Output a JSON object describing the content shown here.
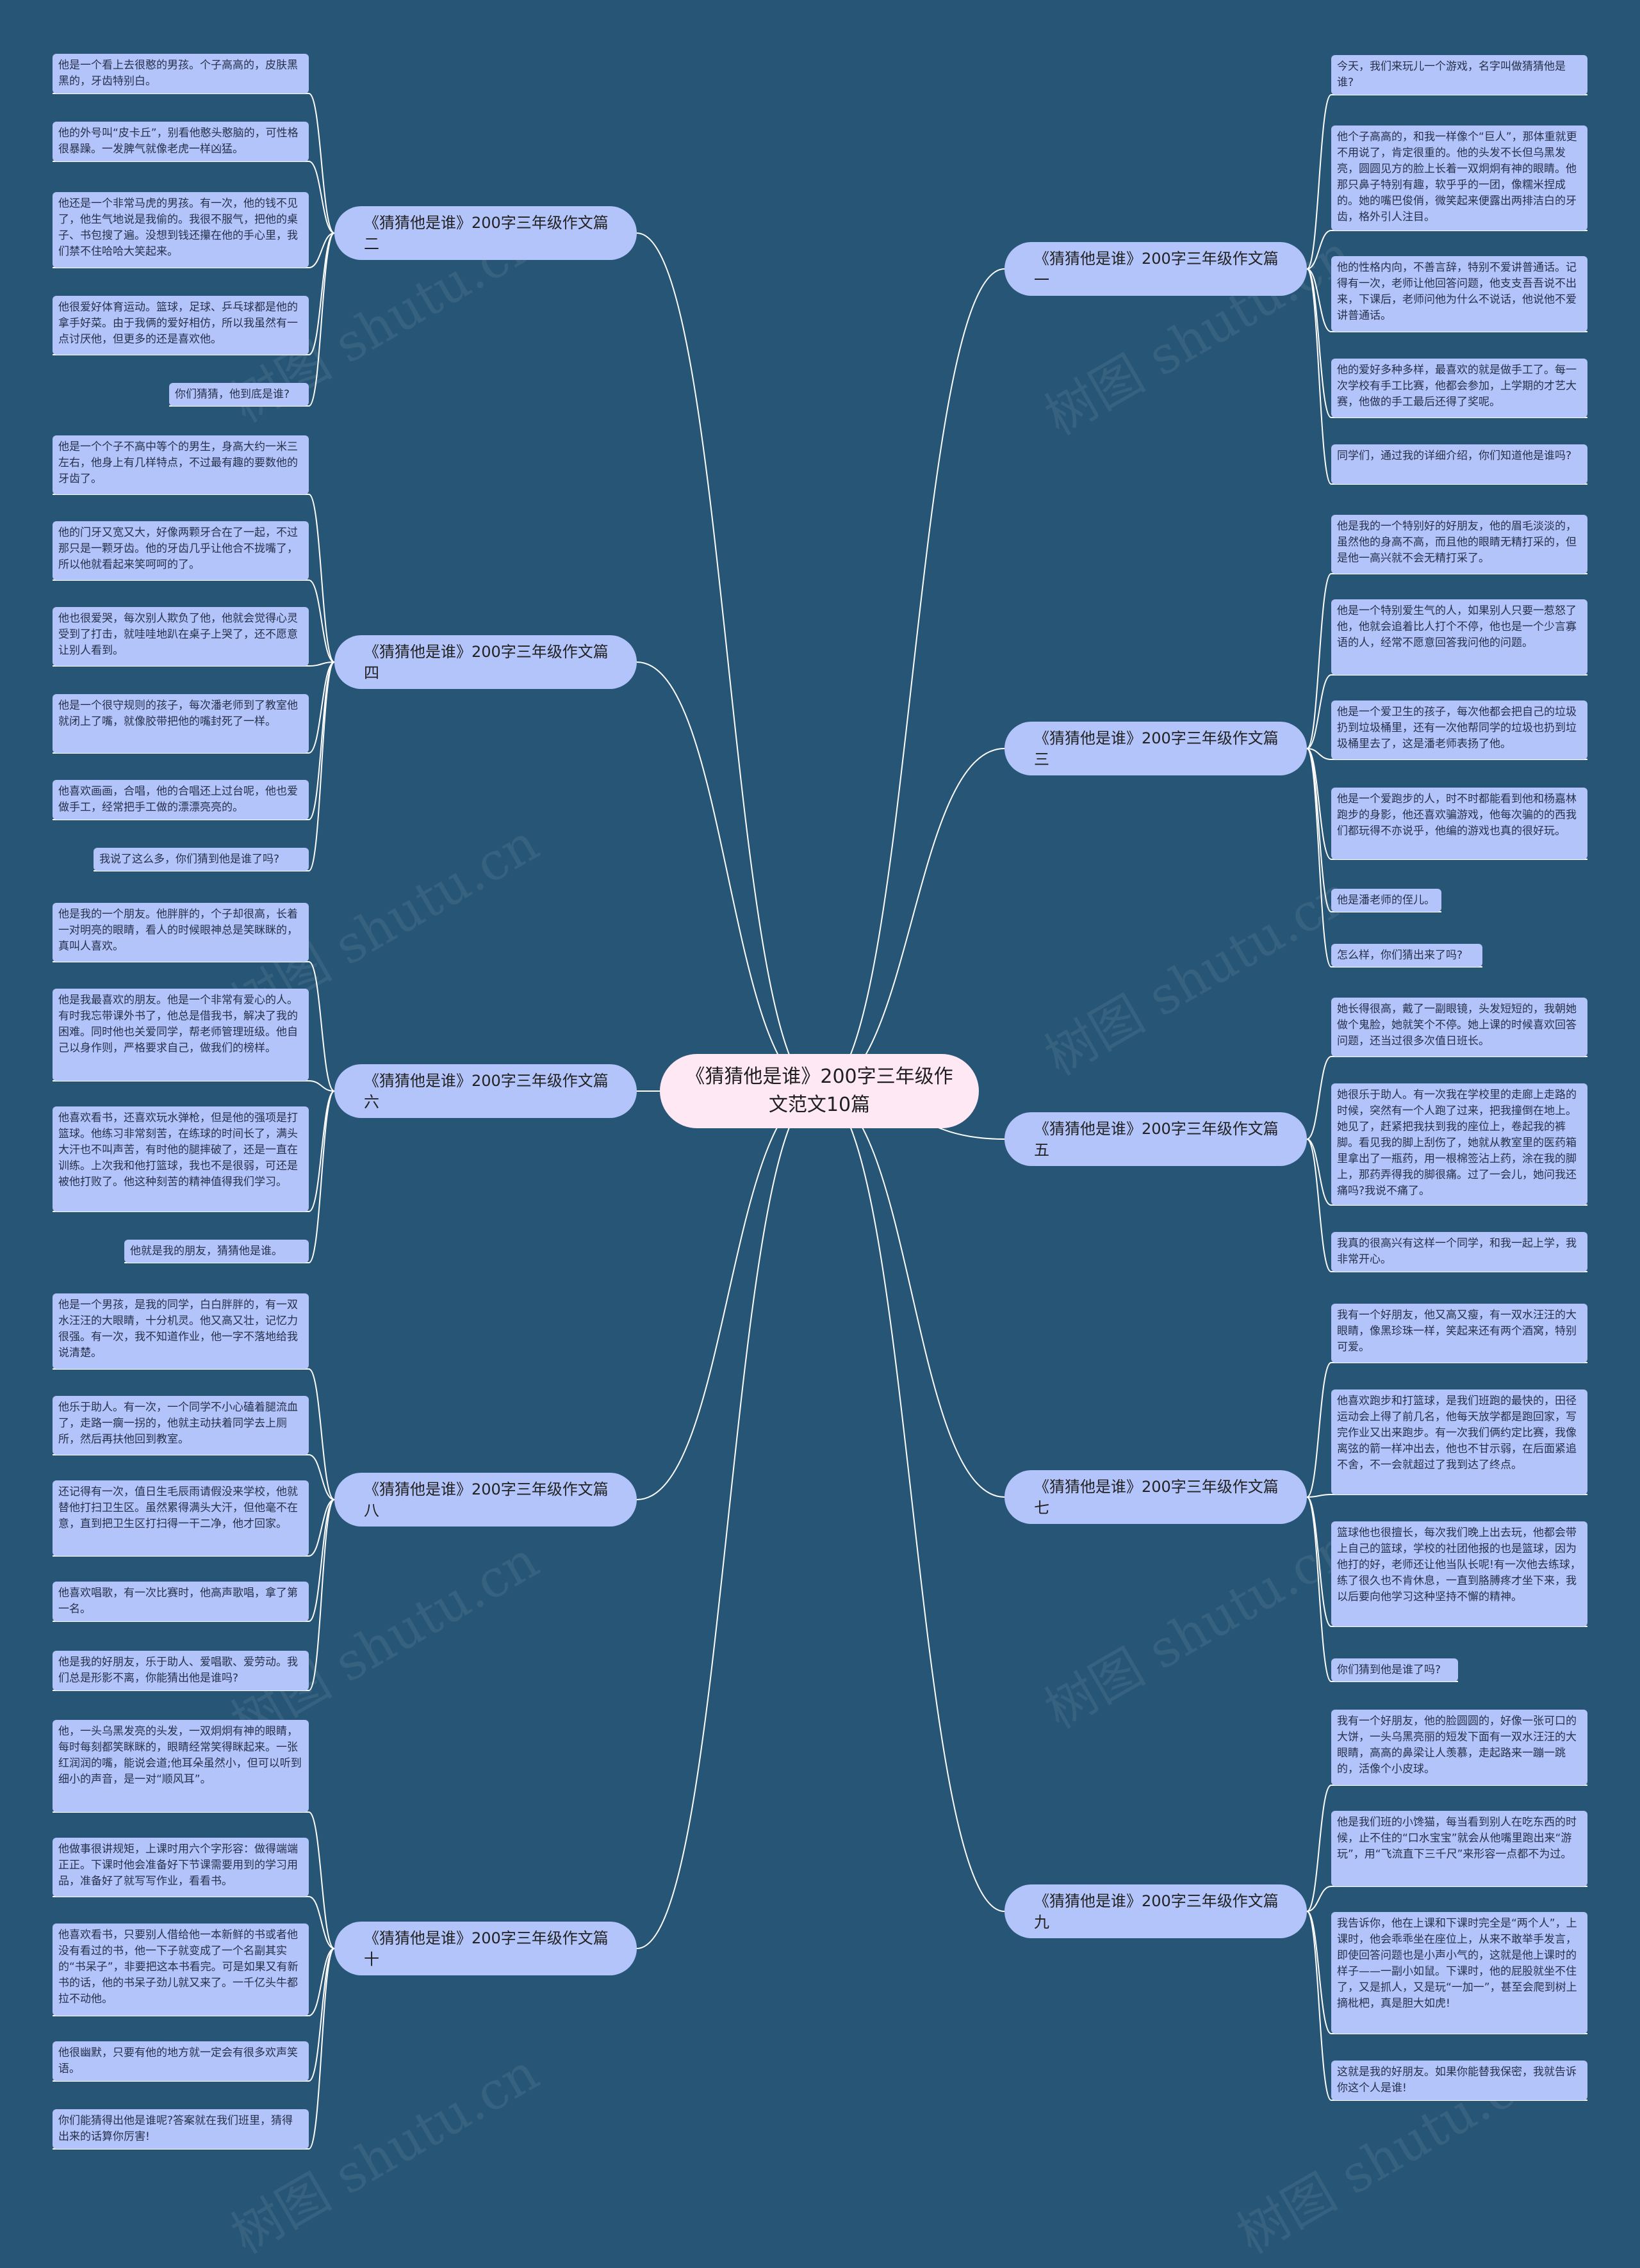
{
  "root": {
    "title": "《猜猜他是谁》200字三年级作文范文10篇"
  },
  "watermark": "树图 shutu.cn",
  "colors": {
    "background": "#275576",
    "node": "#b3c4fa",
    "root": "#fde8f3",
    "line": "#ffffff"
  },
  "branches": {
    "b1": {
      "title": "《猜猜他是谁》200字三年级作文篇一",
      "leaves": [
        "今天，我们来玩儿一个游戏，名字叫做猜猜他是谁?",
        "他个子高高的，和我一样像个“巨人”，那体重就更不用说了，肯定很重的。他的头发不长但乌黑发亮，圆圆见方的脸上长着一双炯炯有神的眼睛。他那只鼻子特别有趣，软乎乎的一团，像糯米捏成的。她的嘴巴俊俏，微笑起来便露出两排洁白的牙齿，格外引人注目。",
        "他的性格内向，不善言辞，特别不爱讲普通话。记得有一次，老师让他回答问题，他支支吾吾说不出来，下课后，老师问他为什么不说话，他说他不爱讲普通话。",
        "他的爱好多种多样，最喜欢的就是做手工了。每一次学校有手工比赛，他都会参加，上学期的才艺大赛，他做的手工最后还得了奖呢。",
        "同学们，通过我的详细介绍，你们知道他是谁吗?"
      ]
    },
    "b2": {
      "title": "《猜猜他是谁》200字三年级作文篇二",
      "leaves": [
        "他是一个看上去很憨的男孩。个子高高的，皮肤黑黑的，牙齿特别白。",
        "他的外号叫“皮卡丘”，别看他憨头憨脑的，可性格很暴躁。一发脾气就像老虎一样凶猛。",
        "他还是一个非常马虎的男孩。有一次，他的钱不见了，他生气地说是我偷的。我很不服气，把他的桌子、书包搜了遍。没想到钱还攥在他的手心里，我们禁不住哈哈大笑起来。",
        "他很爱好体育运动。篮球，足球、乒乓球都是他的拿手好菜。由于我俩的爱好相仿，所以我虽然有一点讨厌他，但更多的还是喜欢他。",
        "你们猜猜，他到底是谁?"
      ]
    },
    "b3": {
      "title": "《猜猜他是谁》200字三年级作文篇三",
      "leaves": [
        "他是我的一个特别好的好朋友，他的眉毛淡淡的，虽然他的身高不高，而且他的眼睛无精打采的，但是他一高兴就不会无精打采了。",
        "他是一个特别爱生气的人，如果别人只要一惹怒了他，他就会追着比人打个不停，他也是一个少言寡语的人，经常不愿意回答我问他的问题。",
        "他是一个爱卫生的孩子，每次他都会把自己的垃圾扔到垃圾桶里，还有一次他帮同学的垃圾也扔到垃圾桶里去了，这是潘老师表扬了他。",
        "他是一个爱跑步的人，时不时都能看到他和杨嘉林跑步的身影，他还喜欢骗游戏，他每次骗的的西我们都玩得不亦说乎，他编的游戏也真的很好玩。",
        "他是潘老师的侄儿。",
        "怎么样，你们猜出来了吗?"
      ]
    },
    "b4": {
      "title": "《猜猜他是谁》200字三年级作文篇四",
      "leaves": [
        "他是一个个子不高中等个的男生，身高大约一米三左右，他身上有几样特点，不过最有趣的要数他的牙齿了。",
        "他的门牙又宽又大，好像两颗牙合在了一起，不过那只是一颗牙齿。他的牙齿几乎让他合不拢嘴了，所以他就看起来笑呵呵的了。",
        "他也很爱哭，每次别人欺负了他，他就会觉得心灵受到了打击，就哇哇地趴在桌子上哭了，还不愿意让别人看到。",
        "他是一个很守规则的孩子，每次潘老师到了教室他就闭上了嘴，就像胶带把他的嘴封死了一样。",
        "他喜欢画画，合唱，他的合唱还上过台呢，他也爱做手工，经常把手工做的漂漂亮亮的。",
        "我说了这么多，你们猜到他是谁了吗?"
      ]
    },
    "b5": {
      "title": "《猜猜他是谁》200字三年级作文篇五",
      "leaves": [
        "她长得很高，戴了一副眼镜，头发短短的，我朝她做个鬼脸，她就笑个不停。她上课的时候喜欢回答问题，还当过很多次值日班长。",
        "她很乐于助人。有一次我在学校里的走廊上走路的时候，突然有一个人跑了过来，把我撞倒在地上。她见了，赶紧把我扶到我的座位上，卷起我的裤脚。看见我的脚上刮伤了，她就从教室里的医药箱里拿出了一瓶药，用一根棉签沾上药，涂在我的脚上，那药弄得我的脚很痛。过了一会儿，她问我还痛吗?我说不痛了。",
        "我真的很高兴有这样一个同学，和我一起上学，我非常开心。"
      ]
    },
    "b6": {
      "title": "《猜猜他是谁》200字三年级作文篇六",
      "leaves": [
        "他是我的一个朋友。他胖胖的，个子却很高，长着一对明亮的眼睛，看人的时候眼神总是笑眯眯的，真叫人喜欢。",
        "他是我最喜欢的朋友。他是一个非常有爱心的人。有时我忘带课外书了，他总是借我书，解决了我的困难。同时他也关爱同学，帮老师管理班级。他自己以身作则，严格要求自己，做我们的榜样。",
        "他喜欢看书，还喜欢玩水弹枪，但是他的强项是打篮球。他练习非常刻苦，在练球的时间长了，满头大汗也不叫声苦，有时他的腿摔破了，还是一直在训练。上次我和他打篮球，我也不是很弱，可还是被他打败了。他这种刻苦的精神值得我们学习。",
        "他就是我的朋友，猜猜他是谁。"
      ]
    },
    "b7": {
      "title": "《猜猜他是谁》200字三年级作文篇七",
      "leaves": [
        "我有一个好朋友，他又高又瘦，有一双水汪汪的大眼睛，像黑珍珠一样，笑起来还有两个酒窝，特别可爱。",
        "他喜欢跑步和打篮球，是我们班跑的最快的，田径运动会上得了前几名，他每天放学都是跑回家，写完作业又出来跑步。有一次我们俩约定比赛，我像离弦的箭一样冲出去，他也不甘示弱，在后面紧追不舍，不一会就超过了我到达了终点。",
        "篮球他也很擅长，每次我们晚上出去玩，他都会带上自己的篮球，学校的社团他报的也是篮球，因为他打的好，老师还让他当队长呢!有一次他去练球，练了很久也不肯休息，一直到胳膊疼才坐下来，我以后要向他学习这种坚持不懈的精神。",
        "你们猜到他是谁了吗?"
      ]
    },
    "b8": {
      "title": "《猜猜他是谁》200字三年级作文篇八",
      "leaves": [
        "他是一个男孩，是我的同学，白白胖胖的，有一双水汪汪的大眼睛，十分机灵。他又高又壮，记忆力很强。有一次，我不知道作业，他一字不落地给我说清楚。",
        "他乐于助人。有一次，一个同学不小心磕着腿流血了，走路一瘸一拐的，他就主动扶着同学去上厕所，然后再扶他回到教室。",
        "还记得有一次，值日生毛辰雨请假没来学校，他就替他打扫卫生区。虽然累得满头大汗，但他毫不在意，直到把卫生区打扫得一干二净，他才回家。",
        "他喜欢唱歌，有一次比赛时，他高声歌唱，拿了第一名。",
        "他是我的好朋友，乐于助人、爱唱歌、爱劳动。我们总是形影不离，你能猜出他是谁吗?"
      ]
    },
    "b9": {
      "title": "《猜猜他是谁》200字三年级作文篇九",
      "leaves": [
        "我有一个好朋友，他的脸圆圆的，好像一张可口的大饼，一头乌黑亮丽的短发下面有一双水汪汪的大眼睛，高高的鼻梁让人羡慕，走起路来一蹦一跳的，活像个小皮球。",
        "他是我们班的小馋猫，每当看到别人在吃东西的时候，止不住的“口水宝宝”就会从他嘴里跑出来“游玩”，用“飞流直下三千尺”来形容一点都不为过。",
        "我告诉你，他在上课和下课时完全是“两个人”，上课时，他会乖乖坐在座位上，从来不敢举手发言，即使回答问题也是小声小气的，这就是他上课时的样子——一副小如鼠。下课时，他的屁股就坐不住了，又是抓人，又是玩“一加一”，甚至会爬到树上摘枇杷，真是胆大如虎!",
        "这就是我的好朋友。如果你能替我保密，我就告诉你这个人是谁!"
      ]
    },
    "b10": {
      "title": "《猜猜他是谁》200字三年级作文篇十",
      "leaves": [
        "他，一头乌黑发亮的头发，一双炯炯有神的眼睛，每时每刻都笑眯眯的，眼睛经常笑得眯起来。一张红润润的嘴，能说会道;他耳朵虽然小，但可以听到细小的声音，是一对“顺风耳”。",
        "他做事很讲规矩，上课时用六个字形容：做得端端正正。下课时他会准备好下节课需要用到的学习用品，准备好了就写写作业，看看书。",
        "他喜欢看书，只要别人借给他一本新鲜的书或者他没有看过的书，他一下子就变成了一个名副其实的“书呆子”，非要把这本书看完。可是如果又有新书的话，他的书呆子劲儿就又来了。一千亿头牛都拉不动他。",
        "他很幽默，只要有他的地方就一定会有很多欢声笑语。",
        "你们能猜得出他是谁呢?答案就在我们班里，猜得出来的话算你厉害!"
      ]
    }
  }
}
